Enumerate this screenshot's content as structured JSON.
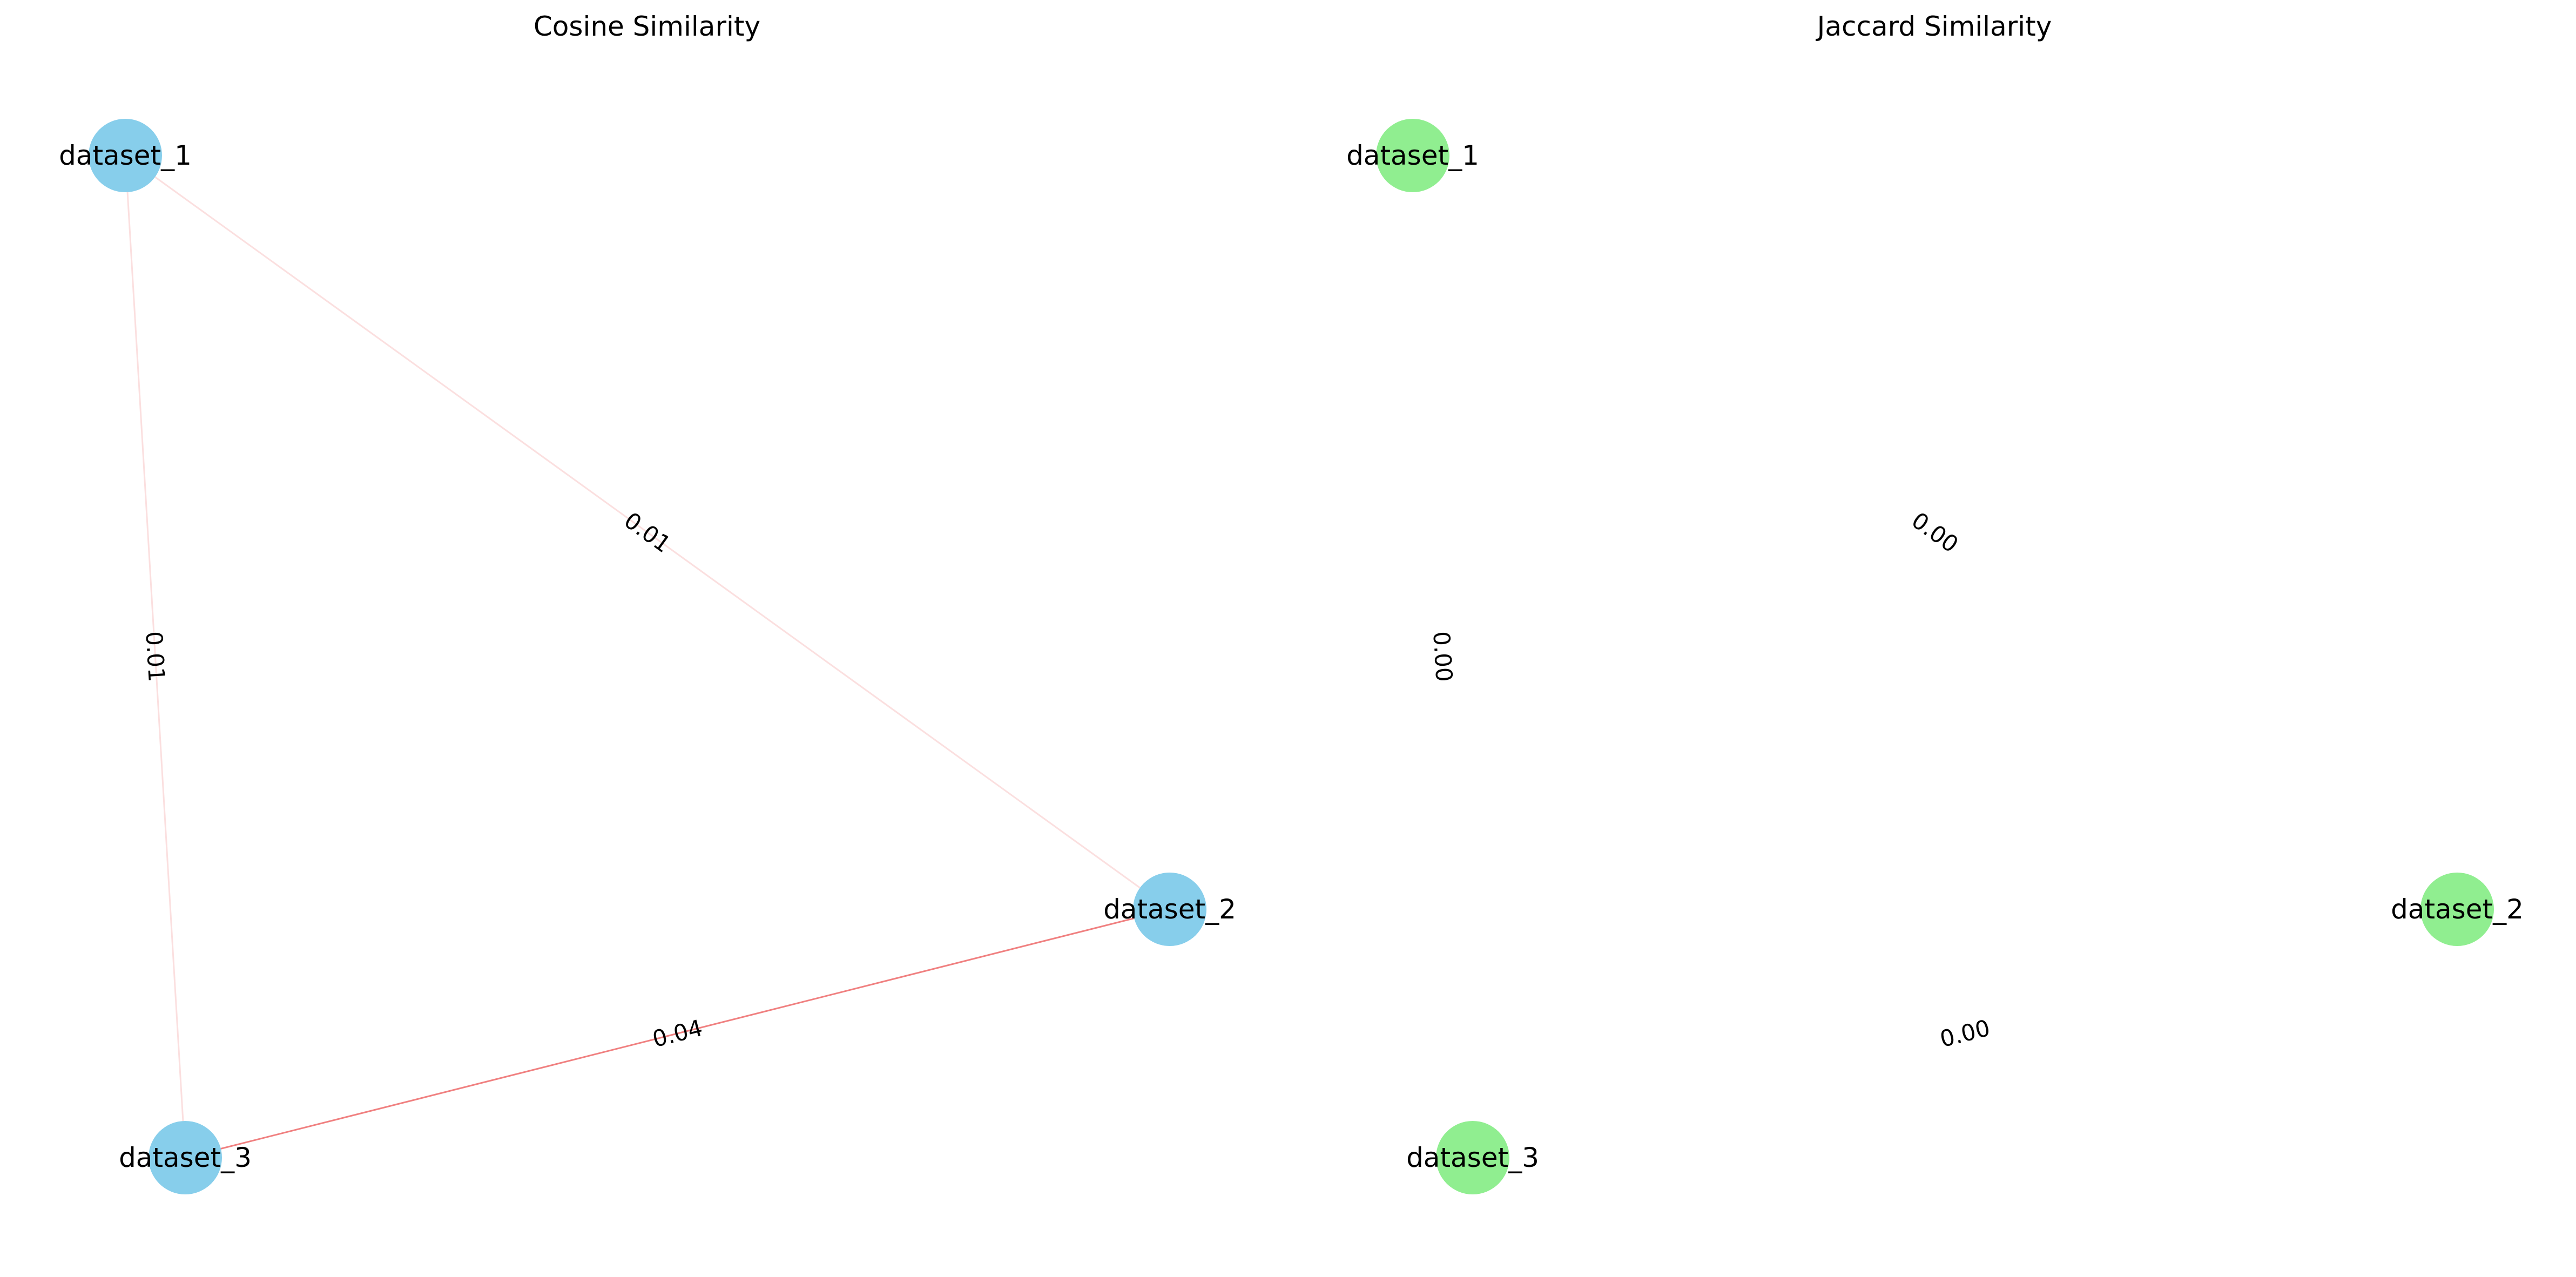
{
  "panels": [
    {
      "id": "cosine",
      "title": "Cosine Similarity",
      "node_color": "#87ceeb",
      "edge_color": "#f08080",
      "nodes": [
        {
          "id": "dataset_1",
          "label": "dataset_1"
        },
        {
          "id": "dataset_2",
          "label": "dataset_2"
        },
        {
          "id": "dataset_3",
          "label": "dataset_3"
        }
      ],
      "edges": [
        {
          "source": "dataset_1",
          "target": "dataset_2",
          "weight": 0.01,
          "label": "0.01"
        },
        {
          "source": "dataset_1",
          "target": "dataset_3",
          "weight": 0.01,
          "label": "0.01"
        },
        {
          "source": "dataset_2",
          "target": "dataset_3",
          "weight": 0.04,
          "label": "0.04"
        }
      ]
    },
    {
      "id": "jaccard",
      "title": "Jaccard Similarity",
      "node_color": "#90ee90",
      "edge_color": "#f08080",
      "nodes": [
        {
          "id": "dataset_1",
          "label": "dataset_1"
        },
        {
          "id": "dataset_2",
          "label": "dataset_2"
        },
        {
          "id": "dataset_3",
          "label": "dataset_3"
        }
      ],
      "edges": [
        {
          "source": "dataset_1",
          "target": "dataset_2",
          "weight": 0.0,
          "label": "0.00"
        },
        {
          "source": "dataset_1",
          "target": "dataset_3",
          "weight": 0.0,
          "label": "0.00"
        },
        {
          "source": "dataset_2",
          "target": "dataset_3",
          "weight": 0.0,
          "label": "0.00"
        }
      ]
    }
  ]
}
